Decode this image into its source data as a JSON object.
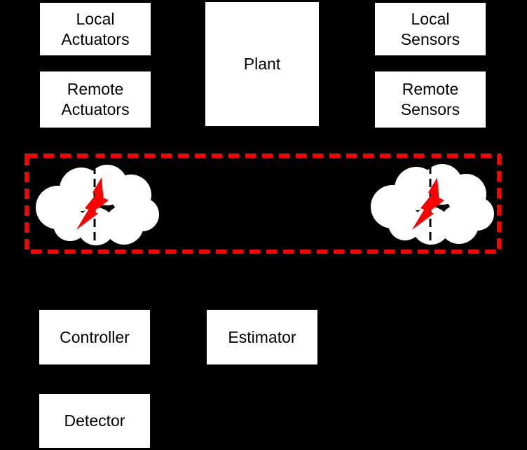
{
  "diagram": {
    "title": "networked-control-system-attack-diagram",
    "colors": {
      "background": "#000000",
      "box_fill": "#FFFFFF",
      "box_text": "#000000",
      "attack_red": "#FF0000",
      "signal_line_black": "#000000"
    },
    "nodes": {
      "local_actuators": {
        "label": "Local\nActuators"
      },
      "remote_actuators": {
        "label": "Remote\nActuators"
      },
      "plant": {
        "label": "Plant"
      },
      "local_sensors": {
        "label": "Local\nSensors"
      },
      "remote_sensors": {
        "label": "Remote\nSensors"
      },
      "controller": {
        "label": "Controller"
      },
      "estimator": {
        "label": "Estimator"
      },
      "detector": {
        "label": "Detector"
      }
    },
    "icons": {
      "left_attack": "cloud-lightning-icon",
      "right_attack": "cloud-lightning-icon"
    },
    "attack_region": {
      "style": "red-dashed-rectangle",
      "contains": [
        "attack-cloud-left",
        "attack-cloud-right"
      ]
    }
  }
}
